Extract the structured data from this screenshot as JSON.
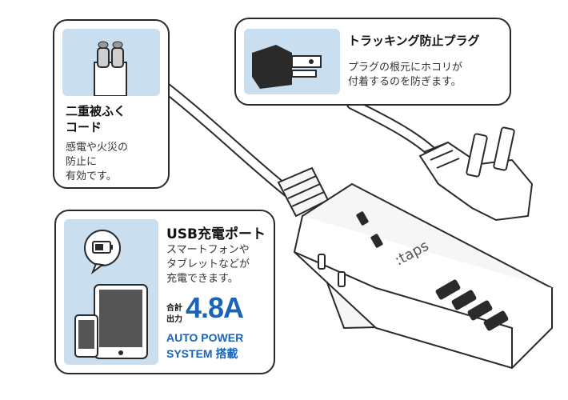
{
  "cards": {
    "cord": {
      "title_line1": "二重被ふく",
      "title_line2": "コード",
      "desc_lines": [
        "感電や火災の",
        "防止に",
        "有効です。"
      ]
    },
    "tracking": {
      "title": "トラッキング防止プラグ",
      "desc_lines": [
        "プラグの根元にホコリが",
        "付着するのを防ぎます。"
      ]
    },
    "usb": {
      "title": "USB充電ポート",
      "desc_lines": [
        "スマートフォンや",
        "タブレットなどが",
        "充電できます。"
      ],
      "total_label_line1": "合計",
      "total_label_line2": "出力",
      "amperage": "4.8A",
      "system_line1": "AUTO POWER",
      "system_line2": "SYSTEM 搭載"
    }
  },
  "product": {
    "brand": ":taps"
  },
  "colors": {
    "accent": "#1a63b6",
    "panel": "#c9dff0",
    "outline": "#2a2a2a"
  },
  "icons": [
    "cord-cross-section-icon",
    "plug-icon",
    "battery-icon",
    "tablet-icon",
    "phone-icon"
  ]
}
